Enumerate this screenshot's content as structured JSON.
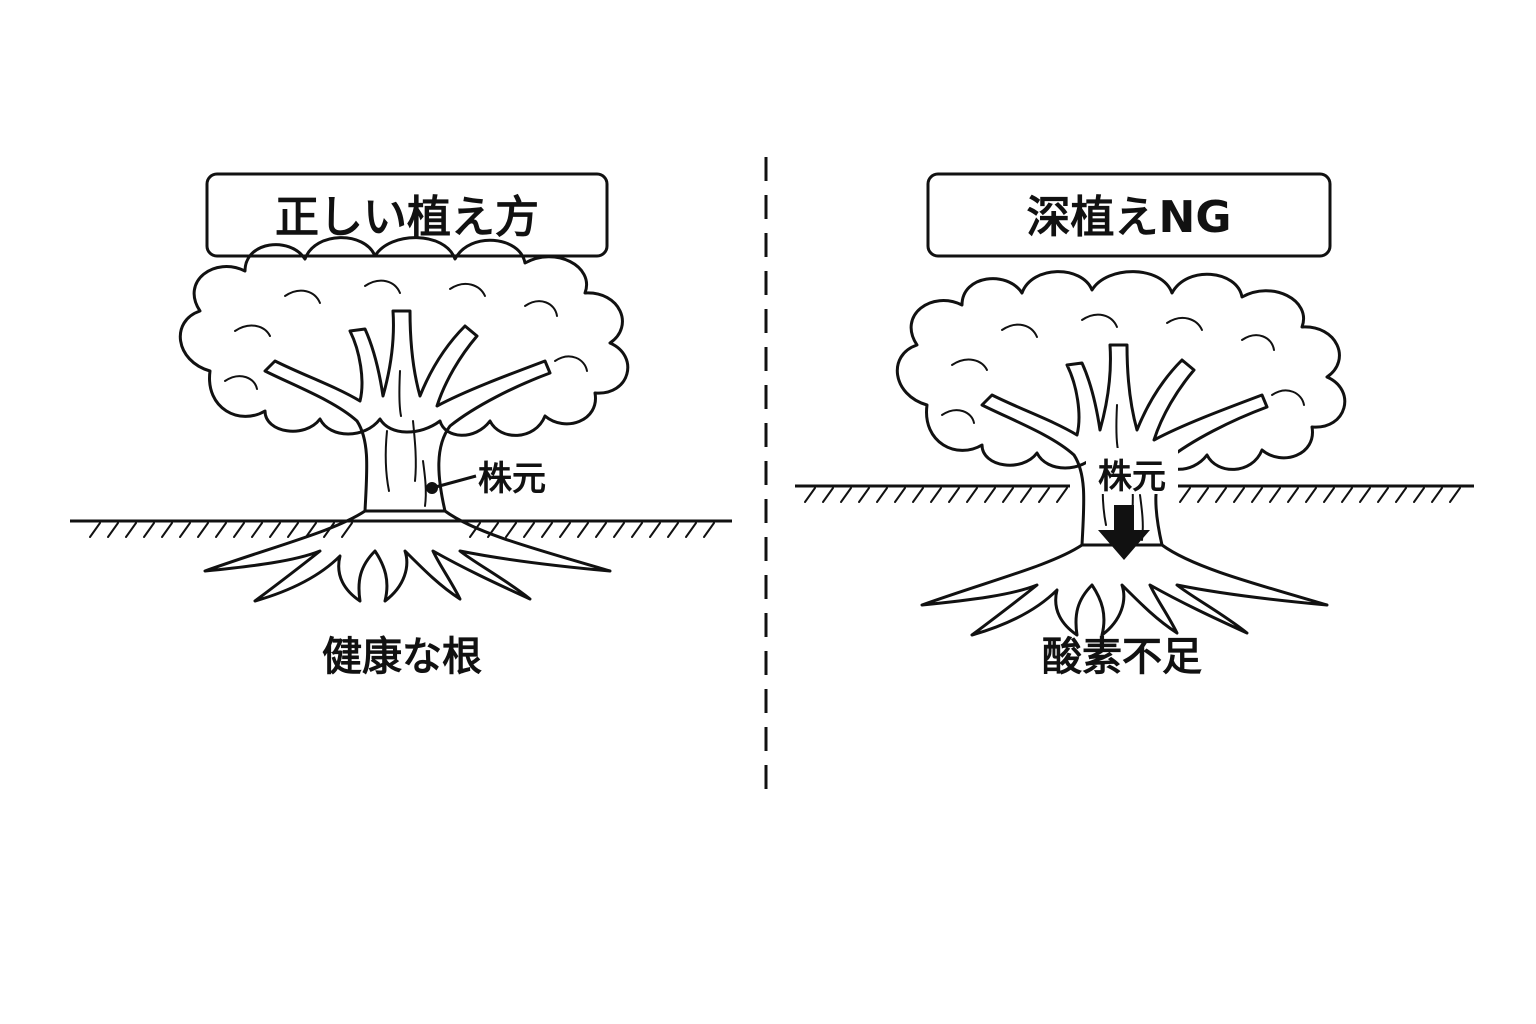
{
  "panels": {
    "left": {
      "title": "正しい植え方",
      "trunk_base_label": "株元",
      "caption": "健康な根"
    },
    "right": {
      "title": "深植えNG",
      "trunk_base_label": "株元",
      "caption": "酸素不足"
    }
  },
  "colors": {
    "ink": "#111111",
    "background": "#ffffff"
  },
  "icons": {
    "divider": "dashed-vertical-line",
    "right_marker": "arrow-down-icon",
    "left_marker": "dot-pointer-icon"
  }
}
